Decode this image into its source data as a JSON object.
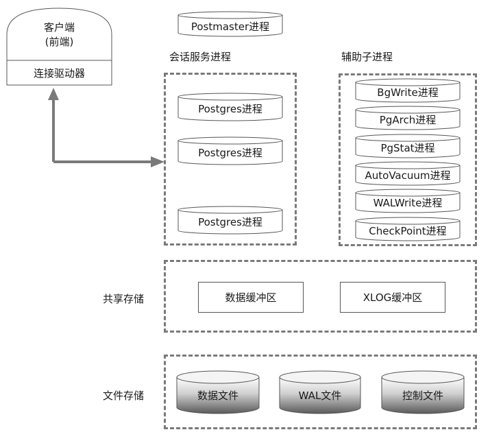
{
  "client": {
    "title_line1": "客户端",
    "title_line2": "(前端)",
    "driver": "连接驱动器"
  },
  "postmaster": "Postmaster进程",
  "session": {
    "title": "会话服务进程",
    "processes": [
      "Postgres进程",
      "Postgres进程",
      "Postgres进程"
    ]
  },
  "aux": {
    "title": "辅助子进程",
    "processes": [
      "BgWrite进程",
      "PgArch进程",
      "PgStat进程",
      "AutoVacuum进程",
      "WALWrite进程",
      "CheckPoint进程"
    ]
  },
  "shared": {
    "title": "共享存储",
    "buffers": [
      "数据缓冲区",
      "XLOG缓冲区"
    ]
  },
  "files": {
    "title": "文件存储",
    "items": [
      "数据文件",
      "WAL文件",
      "控制文件"
    ]
  }
}
